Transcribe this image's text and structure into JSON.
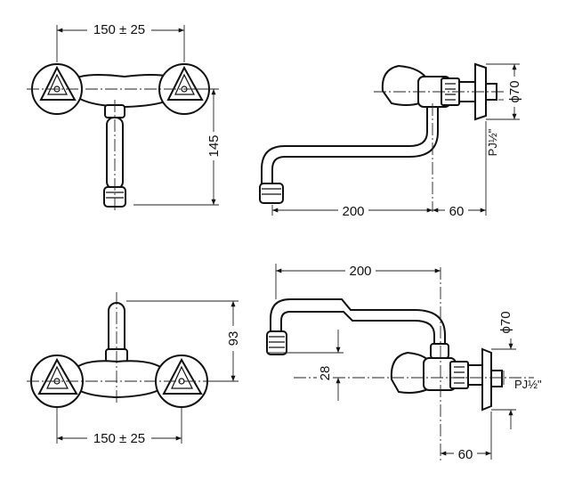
{
  "top_front": {
    "width_label": "150 ± 25",
    "height_label": "145"
  },
  "top_side": {
    "length_label": "200",
    "offset_label": "60",
    "diameter_label": "ϕ70",
    "thread_label": "PJ½\""
  },
  "bottom_front": {
    "height_label": "93",
    "width_label": "150 ± 25"
  },
  "bottom_side": {
    "length_label": "200",
    "drop_label": "28",
    "diameter_label": "ϕ70",
    "thread_label": "PJ½\"",
    "offset_label": "60"
  }
}
